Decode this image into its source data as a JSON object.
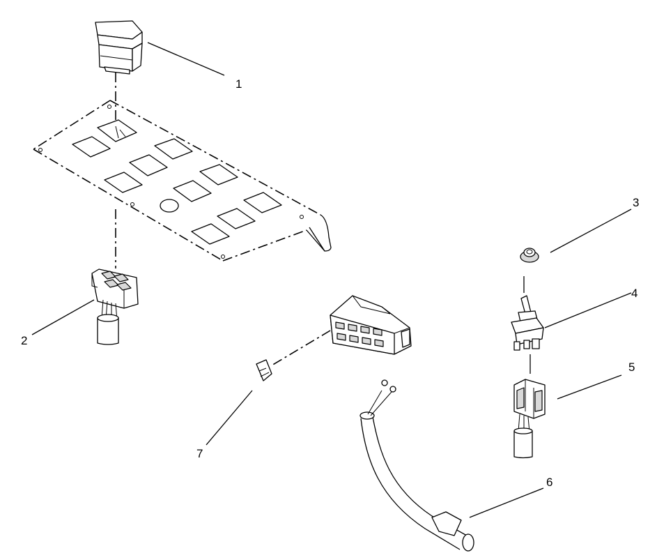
{
  "callouts": [
    {
      "id": "1",
      "label": "1"
    },
    {
      "id": "2",
      "label": "2"
    },
    {
      "id": "3",
      "label": "3"
    },
    {
      "id": "4",
      "label": "4"
    },
    {
      "id": "5",
      "label": "5"
    },
    {
      "id": "6",
      "label": "6"
    },
    {
      "id": "7",
      "label": "7"
    }
  ],
  "colors": {
    "ink": "#000000",
    "background": "#ffffff",
    "shade": "#d9d9d9"
  }
}
